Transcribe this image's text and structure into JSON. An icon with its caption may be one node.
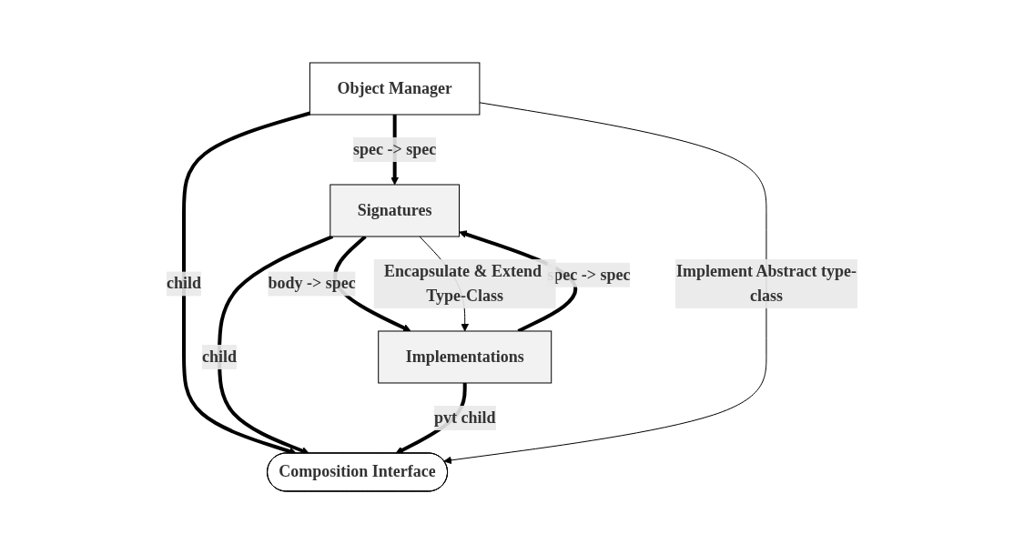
{
  "diagram": {
    "nodes": [
      {
        "text": [
          "Composition Interface"
        ]
      },
      {
        "text": [
          "Object Manager"
        ]
      },
      {
        "text": [
          "Signatures"
        ]
      },
      {
        "text": [
          "Implementations"
        ]
      }
    ],
    "edges": [
      {
        "from": 1,
        "to": 0,
        "arrow": "to",
        "label": "child"
      },
      {
        "from": 2,
        "to": 0,
        "arrow": "to",
        "label": "child"
      },
      {
        "from": 3,
        "to": 0,
        "arrow": "to",
        "label": "pvt child"
      },
      {
        "from": 1,
        "to": 0,
        "arrow": "to",
        "label": "Implement Abstract type-class"
      },
      {
        "from": 1,
        "to": 2,
        "arrow": "to",
        "label": "spec -> spec"
      },
      {
        "from": 2,
        "to": 3,
        "arrow": "to",
        "label": "body -> spec"
      },
      {
        "from": 3,
        "to": 2,
        "arrow": "to",
        "label": "spec -> spec"
      },
      {
        "from": 2,
        "to": 3,
        "arrow": "to",
        "label": "Encapsulate & Extend Type-Class"
      }
    ]
  }
}
